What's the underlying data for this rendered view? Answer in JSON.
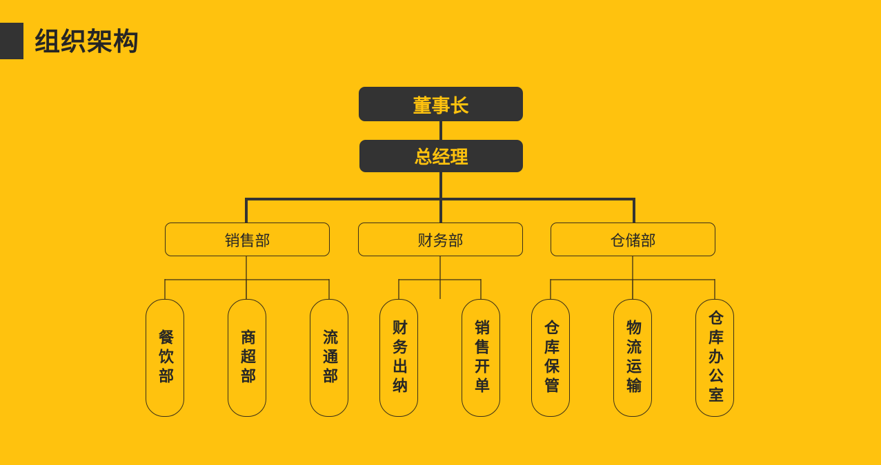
{
  "page": {
    "title": "组织架构",
    "background_color": "#FFC20E",
    "accent_color": "#333333",
    "text_dark": "#262626",
    "text_gold": "#FFC20E",
    "outline_color": "#3a2f18"
  },
  "chart_data": {
    "type": "diagram",
    "diagram_kind": "organization-chart",
    "title": "组织架构",
    "levels": 3,
    "nodes": [
      {
        "id": "chairman",
        "label": "董事长",
        "level": 1,
        "style": "dark",
        "parent": null
      },
      {
        "id": "general-manager",
        "label": "总经理",
        "level": 1,
        "style": "dark",
        "parent": "chairman"
      },
      {
        "id": "sales-dept",
        "label": "销售部",
        "level": 2,
        "style": "outline",
        "parent": "general-manager"
      },
      {
        "id": "finance-dept",
        "label": "财务部",
        "level": 2,
        "style": "outline",
        "parent": "general-manager"
      },
      {
        "id": "warehouse-dept",
        "label": "仓储部",
        "level": 2,
        "style": "outline",
        "parent": "general-manager"
      },
      {
        "id": "catering",
        "label": "餐饮部",
        "level": 3,
        "style": "vert",
        "parent": "sales-dept"
      },
      {
        "id": "supermarket",
        "label": "商超部",
        "level": 3,
        "style": "vert",
        "parent": "sales-dept"
      },
      {
        "id": "distribution",
        "label": "流通部",
        "level": 3,
        "style": "vert",
        "parent": "sales-dept"
      },
      {
        "id": "cashier",
        "label": "财务出纳",
        "level": 3,
        "style": "vert",
        "parent": "finance-dept"
      },
      {
        "id": "sales-billing",
        "label": "销售开单",
        "level": 3,
        "style": "vert",
        "parent": "finance-dept"
      },
      {
        "id": "wh-custody",
        "label": "仓库保管",
        "level": 3,
        "style": "vert",
        "parent": "warehouse-dept"
      },
      {
        "id": "logistics",
        "label": "物流运输",
        "level": 3,
        "style": "vert",
        "parent": "warehouse-dept"
      },
      {
        "id": "wh-office",
        "label": "仓库办公室",
        "level": 3,
        "style": "vert",
        "parent": "warehouse-dept"
      }
    ]
  },
  "nodes": {
    "chairman": "董事长",
    "general_manager": "总经理",
    "sales_dept": "销售部",
    "finance_dept": "财务部",
    "warehouse_dept": "仓储部",
    "catering": "餐饮部",
    "supermarket": "商超部",
    "distribution": "流通部",
    "cashier": "财务出纳",
    "sales_billing": "销售开单",
    "wh_custody": "仓库保管",
    "logistics": "物流运输",
    "wh_office": "仓库办公室"
  }
}
